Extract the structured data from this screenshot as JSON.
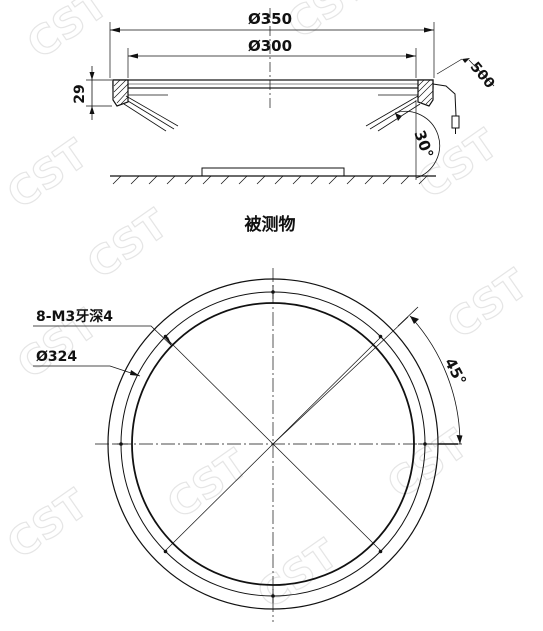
{
  "watermark": "CST",
  "side_view": {
    "dim_outer_diameter": "Ø350",
    "dim_inner_diameter": "Ø300",
    "dim_height": "29",
    "dim_cable_length": "500",
    "dim_angle": "30°",
    "caption": "被测物"
  },
  "top_view": {
    "label_thread": "8-M3牙深4",
    "label_hole_circle": "Ø324",
    "dim_angle": "45°"
  }
}
